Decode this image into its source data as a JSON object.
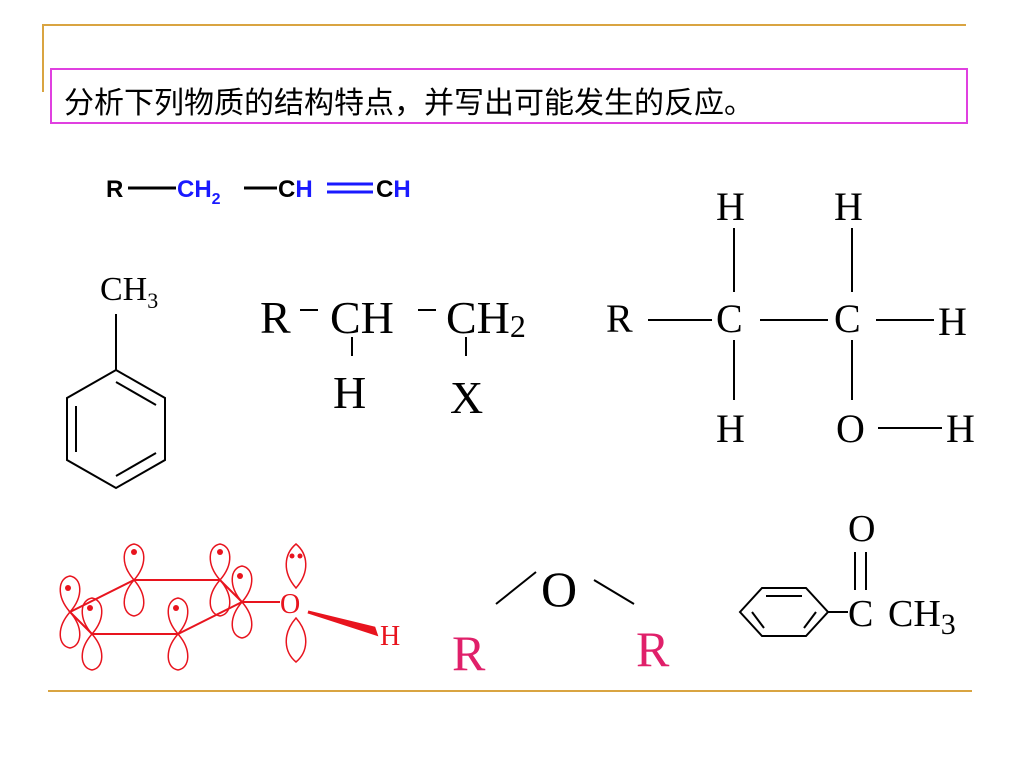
{
  "title": "分析下列物质的结构特点，并写出可能发生的反应。",
  "colors": {
    "rule": "#d9a441",
    "title_border": "#e040e0",
    "alkene_blue": "#1a1aff",
    "phenol_red": "#e8141e",
    "ether_r": "#e0206a"
  },
  "alkene": {
    "r": "R",
    "ch2": "CH",
    "sub2": "2",
    "ch_a": "CH",
    "ch_b": "CH"
  },
  "toluene": {
    "ch": "CH",
    "sub3": "3"
  },
  "halide": {
    "r": "R",
    "ch": "CH",
    "ch2": "CH",
    "sub2": "2",
    "h": "H",
    "x": "X"
  },
  "alcohol": {
    "r": "R",
    "c1": "C",
    "c2": "C",
    "h_top1": "H",
    "h_top2": "H",
    "h_right": "H",
    "h_bot": "H",
    "o": "O",
    "h_oh": "H"
  },
  "phenol": {
    "o": "O",
    "h": "H"
  },
  "ether": {
    "o": "O",
    "r1": "R",
    "r2": "R"
  },
  "ketone": {
    "o": "O",
    "c": "C",
    "ch": "CH",
    "sub3": "3"
  }
}
